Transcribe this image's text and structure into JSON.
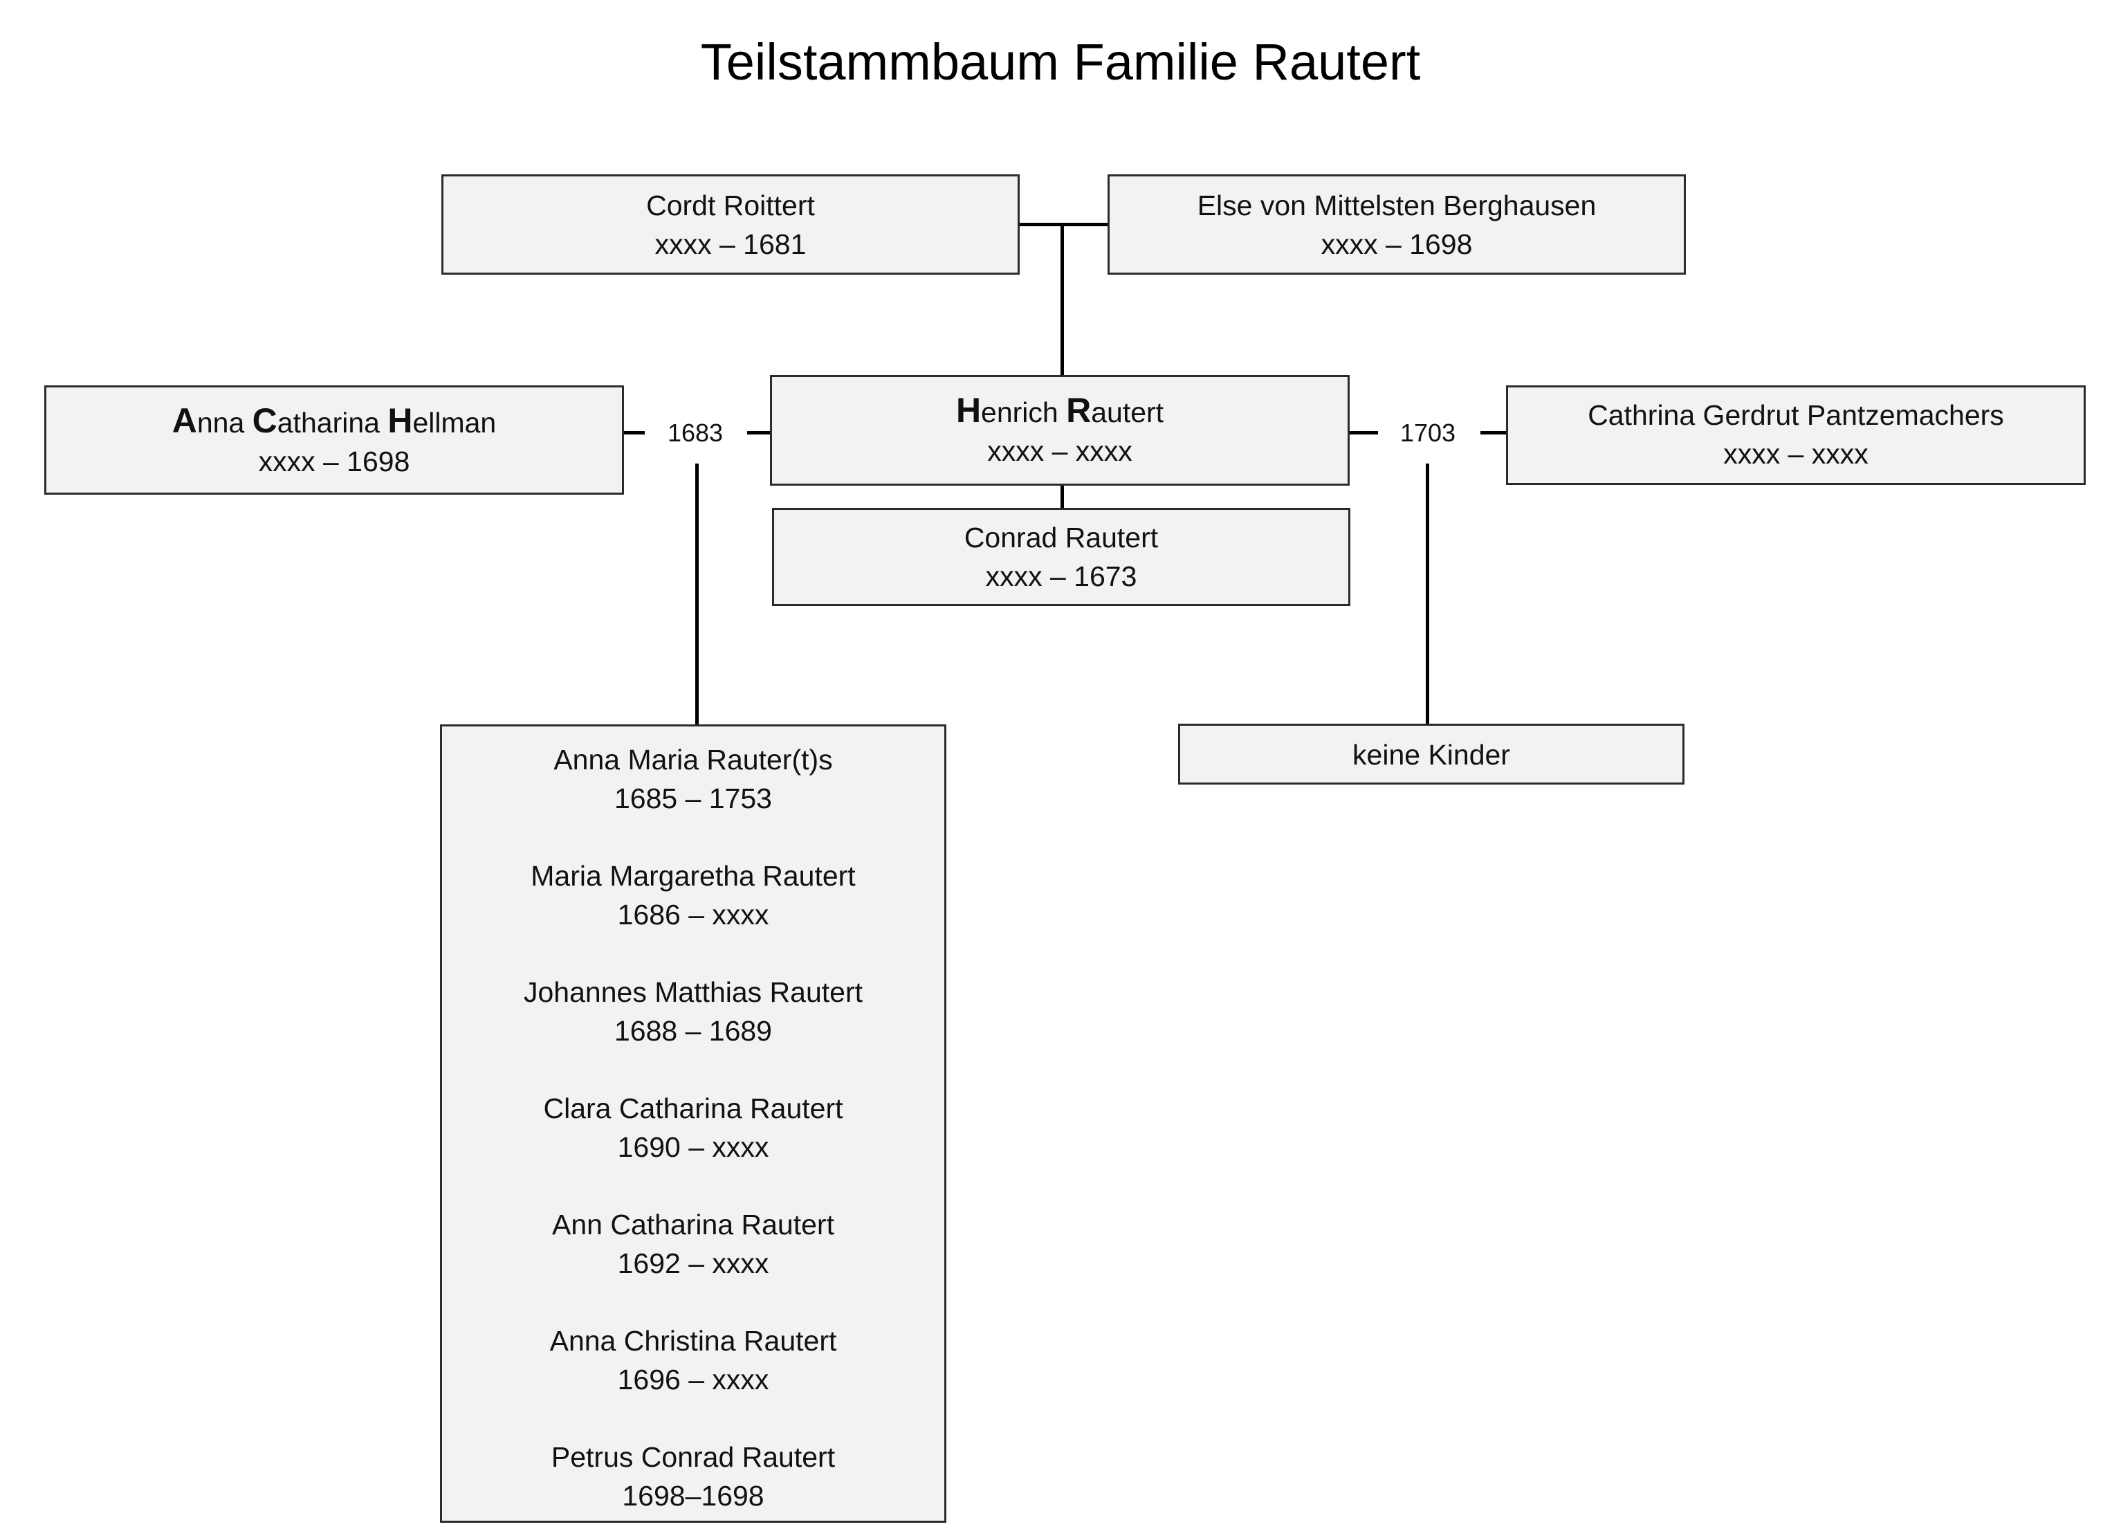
{
  "title": "Teilstammbaum Familie Rautert",
  "father": {
    "name": "Cordt Roittert",
    "dates": "xxxx – 1681"
  },
  "mother": {
    "name": "Else von Mittelsten Berghausen",
    "dates": "xxxx – 1698"
  },
  "main": {
    "initial1": "H",
    "rest1": "enrich ",
    "initial2": "R",
    "rest2": "autert",
    "dates": "xxxx – xxxx"
  },
  "sibling": {
    "name": "Conrad Rautert",
    "dates": "xxxx – 1673"
  },
  "spouse1": {
    "parts": [
      "A",
      "nna ",
      "C",
      "atharina ",
      "H",
      "ellman"
    ],
    "dates": "xxxx – 1698",
    "marriage_year": "1683"
  },
  "spouse2": {
    "name": "Cathrina Gerdrut Pantzemachers",
    "dates": "xxxx – xxxx",
    "marriage_year": "1703"
  },
  "children1": [
    {
      "name": "Anna Maria Rauter(t)s",
      "dates": "1685 – 1753"
    },
    {
      "name": "Maria Margaretha Rautert",
      "dates": "1686 – xxxx"
    },
    {
      "name": "Johannes Matthias Rautert",
      "dates": "1688 – 1689"
    },
    {
      "name": "Clara Catharina Rautert",
      "dates": "1690 – xxxx"
    },
    {
      "name": "Ann Catharina Rautert",
      "dates": "1692 – xxxx"
    },
    {
      "name": "Anna Christina Rautert",
      "dates": "1696 – xxxx"
    },
    {
      "name": "Petrus Conrad Rautert",
      "dates": "1698–1698"
    }
  ],
  "children2": {
    "label": "keine Kinder"
  },
  "colors": {
    "box_fill": "#f2f2f2",
    "box_border": "#2b2b2b",
    "line": "#000000"
  }
}
